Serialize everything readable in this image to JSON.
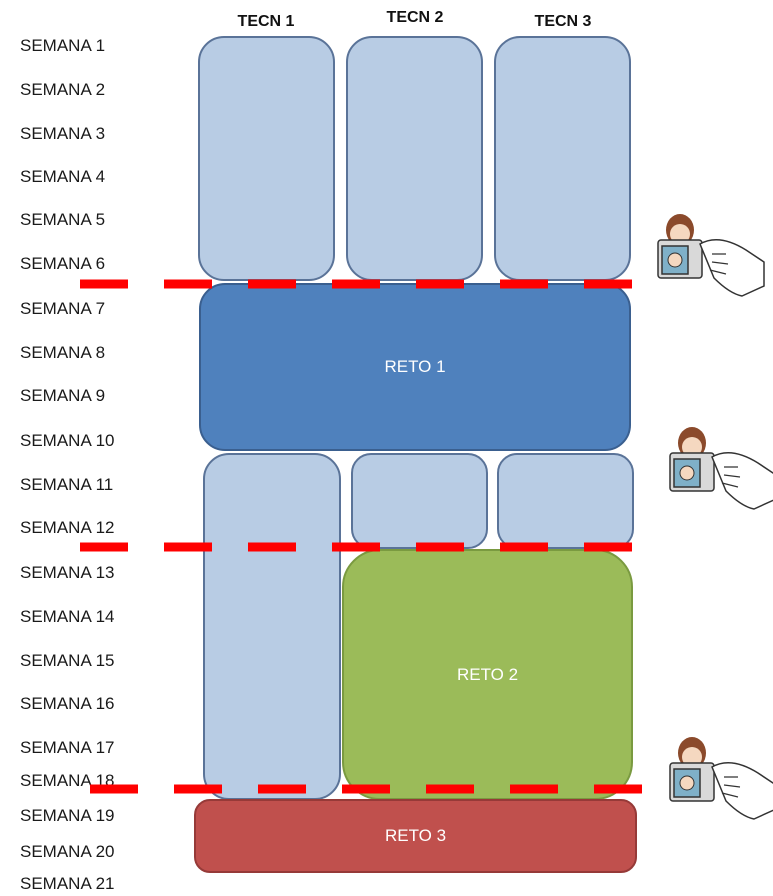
{
  "weeks": [
    "SEMANA 1",
    "SEMANA 2",
    "SEMANA 3",
    "SEMANA 4",
    "SEMANA 5",
    "SEMANA 6",
    "SEMANA 7",
    "SEMANA 8",
    "SEMANA 9",
    "SEMANA 10",
    "SEMANA 11",
    "SEMANA 12",
    "SEMANA 13",
    "SEMANA 14",
    "SEMANA 15",
    "SEMANA 16",
    "SEMANA 17",
    "SEMANA 18",
    "SEMANA 19",
    "SEMANA 20",
    "SEMANA 21"
  ],
  "columns": [
    "TECN 1",
    "TECN 2",
    "TECN 3"
  ],
  "retos": {
    "reto1": "RETO 1",
    "reto2": "RETO 2",
    "reto3": "RETO 3"
  },
  "colors": {
    "tech_block": "#b8cce4",
    "reto1": "#4f81bd",
    "reto2": "#9bbb59",
    "reto3": "#c0504d",
    "checkpoint_line": "#ff0000"
  },
  "checkpoint_icons": [
    "camera-photo-icon",
    "camera-photo-icon",
    "camera-photo-icon"
  ]
}
